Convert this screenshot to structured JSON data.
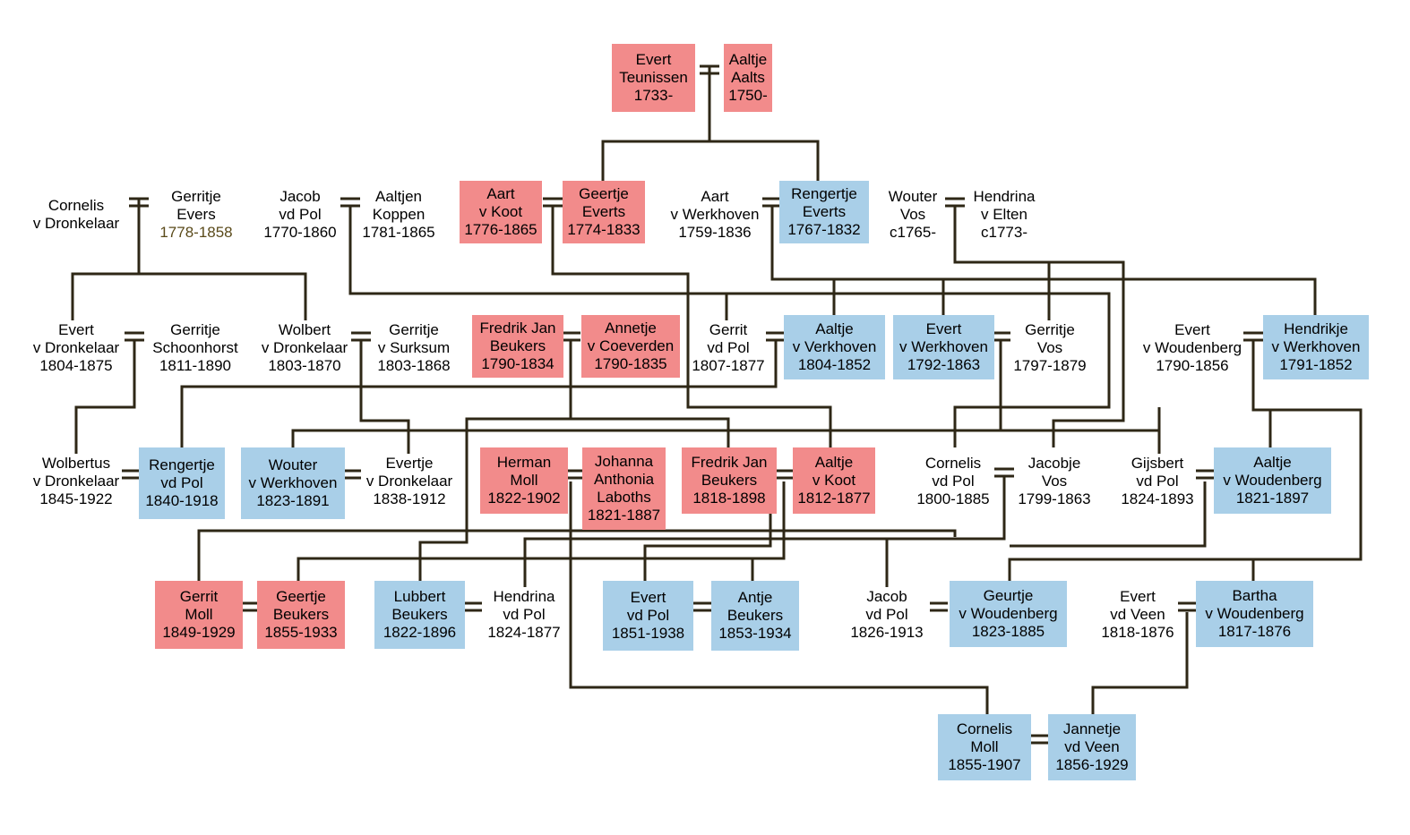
{
  "title": "",
  "colors": {
    "pink": "#f28b8b",
    "blue": "#a9cfe8",
    "line": "#2e2716"
  },
  "people": {
    "evert_teunissen": {
      "line1": "Evert",
      "line2": "Teunissen",
      "years": "1733-",
      "color": "pink"
    },
    "aaltje_aalts": {
      "line1": "Aaltje",
      "line2": "Aalts",
      "years": "1750-",
      "color": "pink"
    },
    "cornelis_vdronkelaar_sr": {
      "line1": "Cornelis",
      "line2": "v Dronkelaar",
      "years": "",
      "color": "none"
    },
    "gerritje_evers": {
      "line1": "Gerritje",
      "line2": "Evers",
      "years": "1778-1858",
      "color": "none"
    },
    "jacob_vdpol_sr": {
      "line1": "Jacob",
      "line2": "vd Pol",
      "years": "1770-1860",
      "color": "none"
    },
    "aaltjen_koppen": {
      "line1": "Aaltjen",
      "line2": "Koppen",
      "years": "1781-1865",
      "color": "none"
    },
    "aart_vkoot": {
      "line1": "Aart",
      "line2": "v Koot",
      "years": "1776-1865",
      "color": "pink"
    },
    "geertje_everts": {
      "line1": "Geertje",
      "line2": "Everts",
      "years": "1774-1833",
      "color": "pink"
    },
    "aart_vwerkhoven": {
      "line1": "Aart",
      "line2": "v Werkhoven",
      "years": "1759-1836",
      "color": "none"
    },
    "rengertje_everts": {
      "line1": "Rengertje",
      "line2": "Everts",
      "years": "1767-1832",
      "color": "blue"
    },
    "wouter_vos": {
      "line1": "Wouter",
      "line2": "Vos",
      "years": "c1765-",
      "color": "none"
    },
    "hendrina_velten": {
      "line1": "Hendrina",
      "line2": "v Elten",
      "years": "c1773-",
      "color": "none"
    },
    "evert_vdronkelaar": {
      "line1": "Evert",
      "line2": "v Dronkelaar",
      "years": "1804-1875",
      "color": "none"
    },
    "gerritje_schoonhorst": {
      "line1": "Gerritje",
      "line2": "Schoonhorst",
      "years": "1811-1890",
      "color": "none"
    },
    "wolbert_vdronkelaar": {
      "line1": "Wolbert",
      "line2": "v Dronkelaar",
      "years": "1803-1870",
      "color": "none"
    },
    "gerritje_vsurksum": {
      "line1": "Gerritje",
      "line2": "v Surksum",
      "years": "1803-1868",
      "color": "none"
    },
    "fredrikjan_beukers_sr": {
      "line1": "Fredrik Jan",
      "line2": "Beukers",
      "years": "1790-1834",
      "color": "pink"
    },
    "annetje_vcoeverden": {
      "line1": "Annetje",
      "line2": "v Coeverden",
      "years": "1790-1835",
      "color": "pink"
    },
    "gerrit_vdpol": {
      "line1": "Gerrit",
      "line2": "vd Pol",
      "years": "1807-1877",
      "color": "none"
    },
    "aaltje_vverkhoven": {
      "line1": "Aaltje",
      "line2": "v Verkhoven",
      "years": "1804-1852",
      "color": "blue"
    },
    "evert_vwerkhoven": {
      "line1": "Evert",
      "line2": "v Werkhoven",
      "years": "1792-1863",
      "color": "blue"
    },
    "gerritje_vos": {
      "line1": "Gerritje",
      "line2": "Vos",
      "years": "1797-1879",
      "color": "none"
    },
    "evert_vwoudenberg": {
      "line1": "Evert",
      "line2": "v Woudenberg",
      "years": "1790-1856",
      "color": "none"
    },
    "hendrikje_vwerkhoven": {
      "line1": "Hendrikje",
      "line2": "v Werkhoven",
      "years": "1791-1852",
      "color": "blue"
    },
    "wolbertus_vdronkelaar": {
      "line1": "Wolbertus",
      "line2": "v Dronkelaar",
      "years": "1845-1922",
      "color": "none"
    },
    "rengertje_vdpol": {
      "line1": "Rengertje",
      "line2": "vd Pol",
      "years": "1840-1918",
      "color": "blue"
    },
    "wouter_vwerkhoven": {
      "line1": "Wouter",
      "line2": "v Werkhoven",
      "years": "1823-1891",
      "color": "blue"
    },
    "evertje_vdronkelaar": {
      "line1": "Evertje",
      "line2": "v Dronkelaar",
      "years": "1838-1912",
      "color": "none"
    },
    "herman_moll": {
      "line1": "Herman",
      "line2": "Moll",
      "years": "1822-1902",
      "color": "pink"
    },
    "johanna_laboths": {
      "line1": "Johanna",
      "line2": "Anthonia",
      "line3": "Laboths",
      "years": "1821-1887",
      "color": "pink"
    },
    "fredrikjan_beukers": {
      "line1": "Fredrik Jan",
      "line2": "Beukers",
      "years": "1818-1898",
      "color": "pink"
    },
    "aaltje_vkoot": {
      "line1": "Aaltje",
      "line2": "v Koot",
      "years": "1812-1877",
      "color": "pink"
    },
    "cornelis_vdpol": {
      "line1": "Cornelis",
      "line2": "vd Pol",
      "years": "1800-1885",
      "color": "none"
    },
    "jacobje_vos": {
      "line1": "Jacobje",
      "line2": "Vos",
      "years": "1799-1863",
      "color": "none"
    },
    "gijsbert_vdpol": {
      "line1": "Gijsbert",
      "line2": "vd Pol",
      "years": "1824-1893",
      "color": "none"
    },
    "aaltje_vwoudenberg": {
      "line1": "Aaltje",
      "line2": "v Woudenberg",
      "years": "1821-1897",
      "color": "blue"
    },
    "gerrit_moll": {
      "line1": "Gerrit",
      "line2": "Moll",
      "years": "1849-1929",
      "color": "pink"
    },
    "geertje_beukers": {
      "line1": "Geertje",
      "line2": "Beukers",
      "years": "1855-1933",
      "color": "pink"
    },
    "lubbert_beukers": {
      "line1": "Lubbert",
      "line2": "Beukers",
      "years": "1822-1896",
      "color": "blue"
    },
    "hendrina_vdpol": {
      "line1": "Hendrina",
      "line2": "vd Pol",
      "years": "1824-1877",
      "color": "none"
    },
    "evert_vdpol": {
      "line1": "Evert",
      "line2": "vd Pol",
      "years": "1851-1938",
      "color": "blue"
    },
    "antje_beukers": {
      "line1": "Antje",
      "line2": "Beukers",
      "years": "1853-1934",
      "color": "blue"
    },
    "jacob_vdpol": {
      "line1": "Jacob",
      "line2": "vd Pol",
      "years": "1826-1913",
      "color": "none"
    },
    "geurtje_vwoudenberg": {
      "line1": "Geurtje",
      "line2": "v Woudenberg",
      "years": "1823-1885",
      "color": "blue"
    },
    "evert_vveen": {
      "line1": "Evert",
      "line2": "vd Veen",
      "years": "1818-1876",
      "color": "none"
    },
    "bartha_vwoudenberg": {
      "line1": "Bartha",
      "line2": "v Woudenberg",
      "years": "1817-1876",
      "color": "blue"
    },
    "cornelis_moll": {
      "line1": "Cornelis",
      "line2": "Moll",
      "years": "1855-1907",
      "color": "blue"
    },
    "jannetje_vdveen": {
      "line1": "Jannetje",
      "line2": "vd Veen",
      "years": "1856-1929",
      "color": "blue"
    }
  }
}
